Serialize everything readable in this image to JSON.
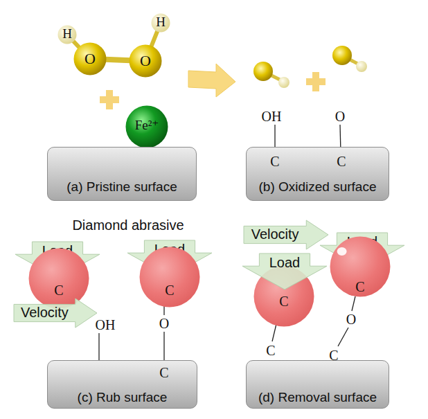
{
  "diagram": {
    "nodes": [
      {
        "text": [
          "H"
        ]
      },
      {
        "text": [
          "O"
        ]
      },
      {
        "text": [
          "O"
        ]
      },
      {
        "text": [
          "H"
        ]
      },
      {
        "text": [
          "Fe²⁺"
        ]
      },
      {
        "text": [
          "(a) Pristine surface"
        ]
      },
      {
        "text": [
          "(b) Oxidized surface"
        ]
      },
      {
        "text": [
          "(c) Rub surface"
        ]
      },
      {
        "text": [
          "(d) Removal surface"
        ]
      },
      {
        "text": [
          "Load"
        ]
      },
      {
        "text": [
          "C"
        ]
      },
      {
        "text": [
          "Load"
        ]
      },
      {
        "text": [
          "C"
        ]
      },
      {
        "text": [
          "Velocity"
        ]
      },
      {
        "text": [
          "Velocity"
        ]
      },
      {
        "text": [
          "Load"
        ]
      },
      {
        "text": [
          "C"
        ]
      },
      {
        "text": [
          "Load"
        ]
      },
      {
        "text": [
          "C"
        ]
      }
    ],
    "edges": [
      {
        "from": 0,
        "to": 1,
        "arrow": "none"
      },
      {
        "from": 1,
        "to": 2,
        "arrow": "none"
      },
      {
        "from": 2,
        "to": 3,
        "arrow": "none"
      }
    ],
    "labels": [
      "OH",
      "O",
      "C",
      "C",
      "Diamond abrasive",
      "OH",
      "O",
      "C",
      "C",
      "O",
      "C"
    ]
  }
}
